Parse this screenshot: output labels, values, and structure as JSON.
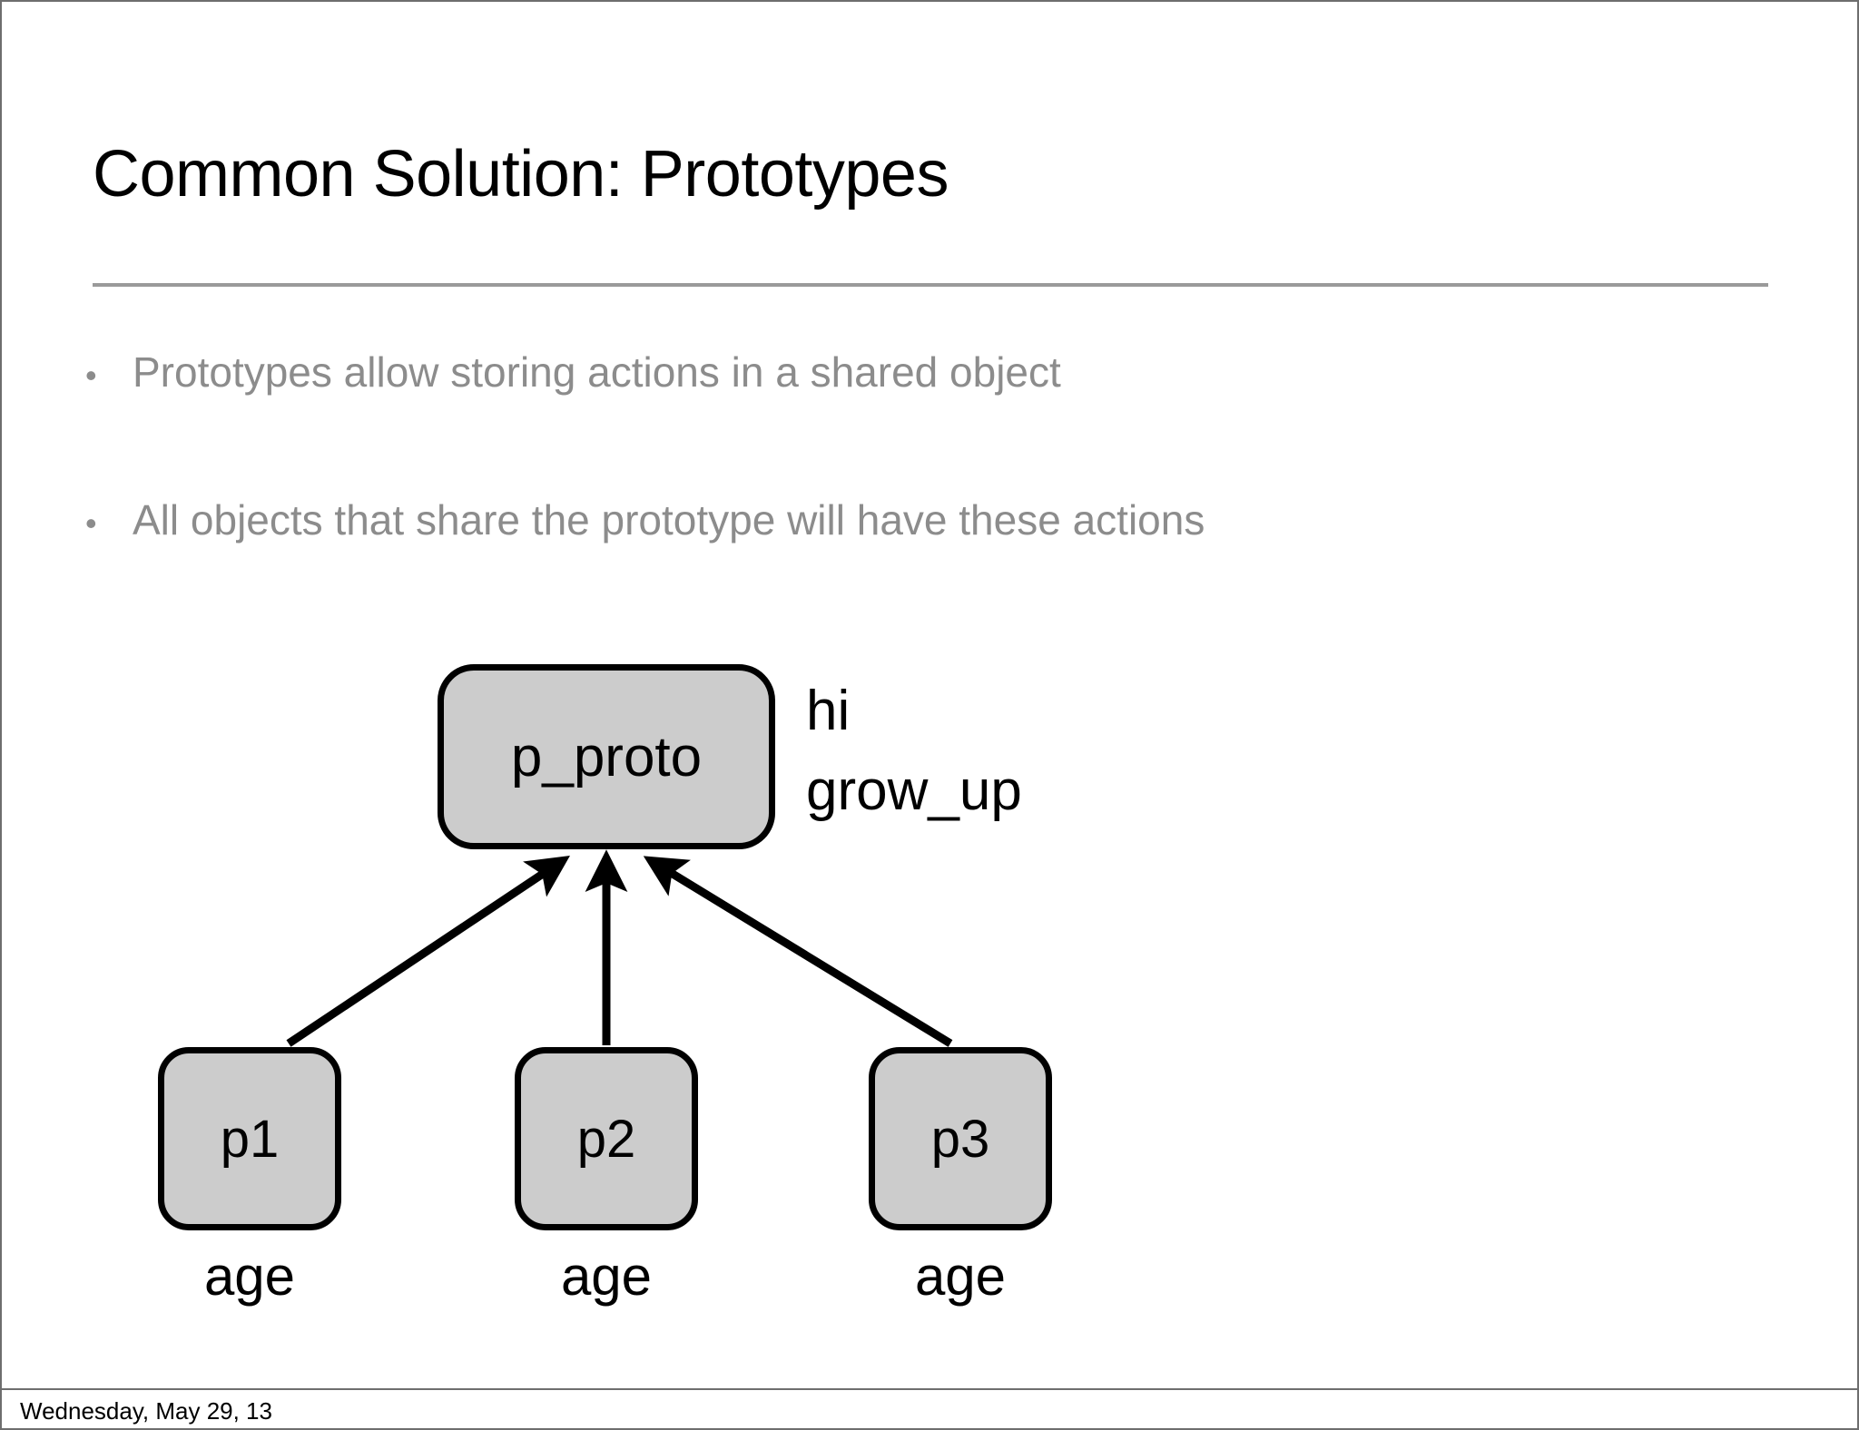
{
  "slide": {
    "title": "Common Solution: Prototypes",
    "bullet_marker": "•",
    "bullets": [
      {
        "text": "Prototypes allow storing actions in a shared object"
      },
      {
        "text": "All objects that share the prototype will have these actions"
      }
    ],
    "diagram": {
      "prototype_node": {
        "label": "p_proto"
      },
      "prototype_methods": [
        {
          "name": "hi"
        },
        {
          "name": "grow_up"
        }
      ],
      "instances": [
        {
          "label": "p1",
          "attribute": "age"
        },
        {
          "label": "p2",
          "attribute": "age"
        },
        {
          "label": "p3",
          "attribute": "age"
        }
      ],
      "arrow_count": 3,
      "arrow_direction": "instances-to-prototype"
    },
    "footer": {
      "date": "Wednesday, May 29, 13"
    },
    "colors": {
      "node_fill": "#cccccc",
      "node_stroke": "#000000",
      "bullet_text": "#8c8c8c",
      "title_text": "#000000",
      "rule": "#9a9a9a",
      "background": "#ffffff"
    }
  }
}
